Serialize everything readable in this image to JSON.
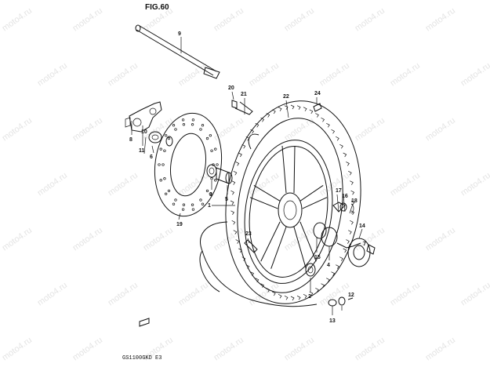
{
  "figure": {
    "title": "FIG.60",
    "model_code": "GS1100GKD E3",
    "watermark_text": "moto4.ru"
  },
  "parts": [
    {
      "id": "p9",
      "label": "9"
    },
    {
      "id": "p20",
      "label": "20"
    },
    {
      "id": "p21",
      "label": "21"
    },
    {
      "id": "p22",
      "label": "22"
    },
    {
      "id": "p24",
      "label": "24"
    },
    {
      "id": "p8",
      "label": "8"
    },
    {
      "id": "p11",
      "label": "11"
    },
    {
      "id": "p6",
      "label": "6"
    },
    {
      "id": "p10",
      "label": "10"
    },
    {
      "id": "p3",
      "label": "3"
    },
    {
      "id": "p5",
      "label": "5"
    },
    {
      "id": "p1",
      "label": "1"
    },
    {
      "id": "p17",
      "label": "17"
    },
    {
      "id": "p16",
      "label": "16"
    },
    {
      "id": "p18",
      "label": "18"
    },
    {
      "id": "p19",
      "label": "19"
    },
    {
      "id": "p23",
      "label": "23"
    },
    {
      "id": "p14",
      "label": "14"
    },
    {
      "id": "p15",
      "label": "15"
    },
    {
      "id": "p4",
      "label": "4"
    },
    {
      "id": "p7",
      "label": "7"
    },
    {
      "id": "p2",
      "label": "2"
    },
    {
      "id": "p13",
      "label": "13"
    },
    {
      "id": "p12",
      "label": "12"
    }
  ],
  "colors": {
    "ink": "#111111",
    "paper": "#ffffff",
    "watermark": "#e4e4e4"
  }
}
